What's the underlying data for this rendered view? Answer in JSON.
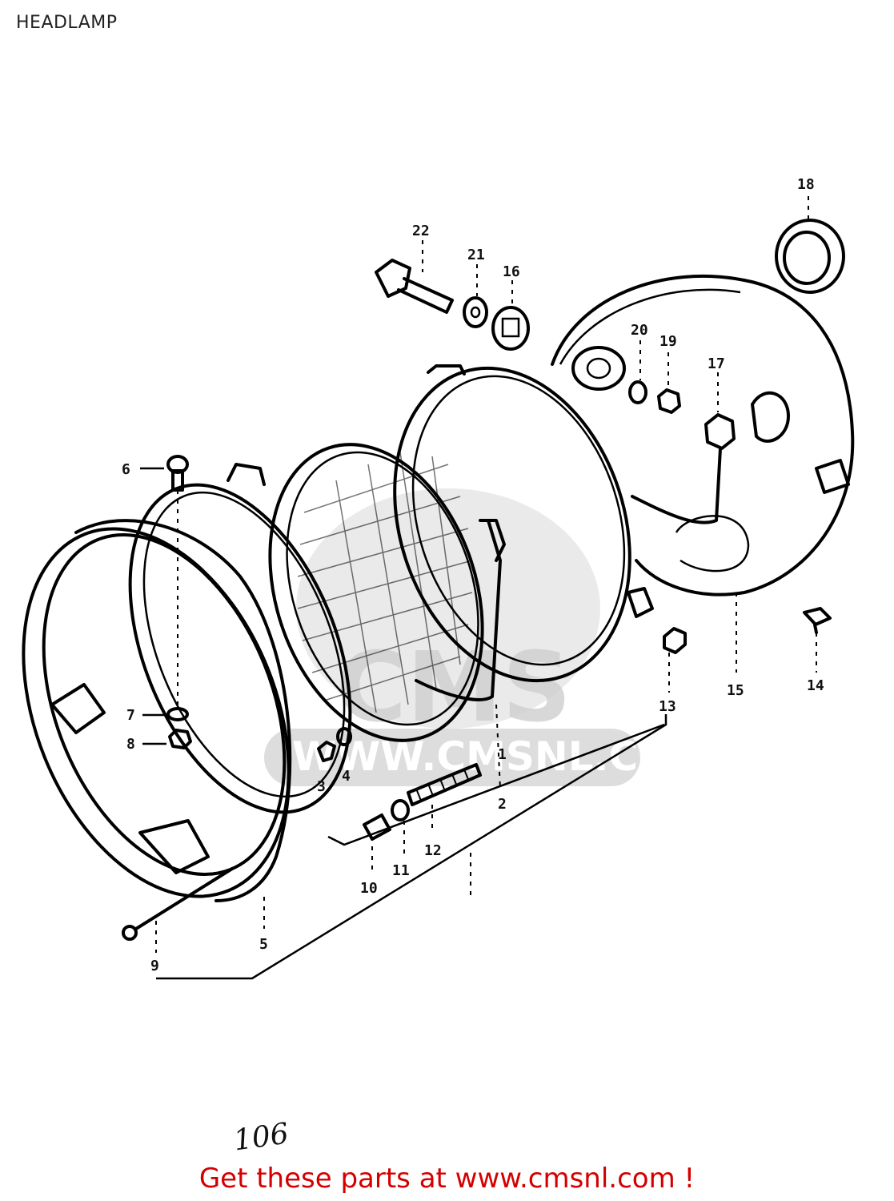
{
  "title": "HEADLAMP",
  "handwritten_note": "106",
  "watermark": {
    "text": "WWW.CMSNL.COM",
    "logo_text": "CMS",
    "color": "#d9d9d9"
  },
  "footer": {
    "text": "Get these parts at www.cmsnl.com !",
    "color": "#d40000"
  },
  "callouts": {
    "c1": "1",
    "c2": "2",
    "c3": "3",
    "c4": "4",
    "c5": "5",
    "c6": "6",
    "c7": "7",
    "c8": "8",
    "c9": "9",
    "c10": "10",
    "c11": "11",
    "c12": "12",
    "c13": "13",
    "c14": "14",
    "c15": "15",
    "c16": "16",
    "c17": "17",
    "c18": "18",
    "c19": "19",
    "c20": "20",
    "c21": "21",
    "c22": "22"
  }
}
